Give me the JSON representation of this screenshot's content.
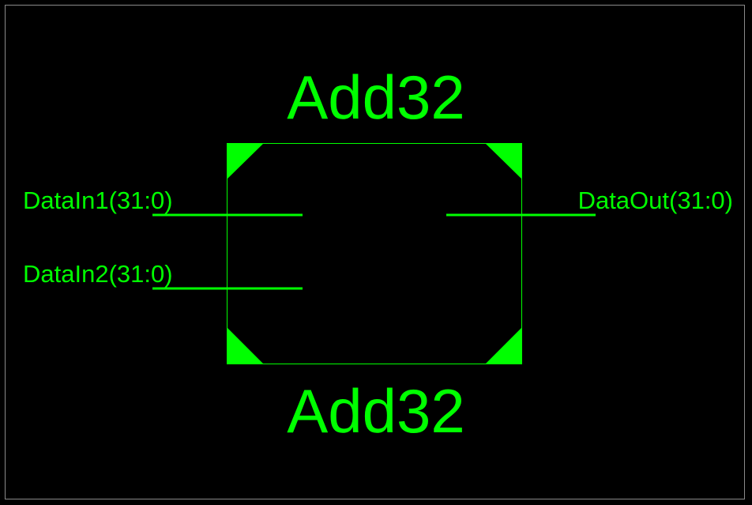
{
  "block": {
    "name_top": "Add32",
    "name_bottom": "Add32"
  },
  "pins": {
    "inputs": [
      {
        "label": "DataIn1(31:0)"
      },
      {
        "label": "DataIn2(31:0)"
      }
    ],
    "outputs": [
      {
        "label": "DataOut(31:0)"
      }
    ]
  },
  "colors": {
    "background": "#000000",
    "foreground": "#00ff00",
    "frame": "#8a8a8a"
  }
}
